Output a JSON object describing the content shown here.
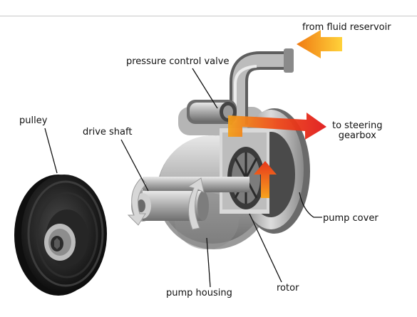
{
  "labels": {
    "from_fluid_reservoir": "from fluid reservoir",
    "pressure_control_valve": "pressure control valve",
    "pulley": "pulley",
    "drive_shaft": "drive shaft",
    "to_steering_line1": "to steering",
    "to_steering_line2": "gearbox",
    "pump_cover": "pump cover",
    "pump_housing": "pump housing",
    "rotor": "rotor"
  },
  "colors": {
    "flow_arrow_orange": "#f39a1c",
    "flow_arrow_red": "#e5261b",
    "metal_light": "#c9c9c9",
    "metal_dark": "#555555",
    "pulley_black": "#1a1a1a",
    "leader_line": "#111111"
  },
  "icons": {
    "flow_in": "orange-arrow-left",
    "flow_out": "red-arrow-right",
    "rotation": "curved-arrow"
  }
}
